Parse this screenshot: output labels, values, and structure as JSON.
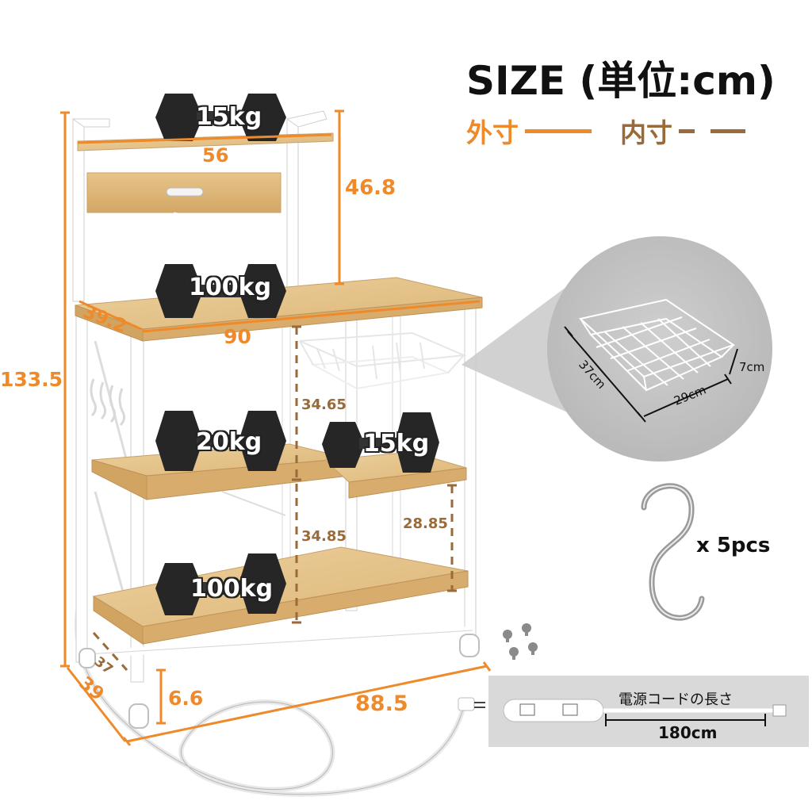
{
  "header": {
    "title": "SIZE (単位:cm)",
    "legend_outer": "外寸",
    "legend_inner": "内寸",
    "outer_color": "#ef8a2a",
    "inner_color": "#9a6a3a"
  },
  "dimensions": {
    "top_shelf_width": "56",
    "top_height": "46.8",
    "total_height": "133.5",
    "depth": "39.2",
    "width": "90",
    "gap_upper": "34.65",
    "gap_lower": "34.85",
    "gap_right": "28.85",
    "bottom_width": "88.5",
    "bottom_depth_outer": "39",
    "bottom_depth_inner": "37",
    "leg_height": "6.6"
  },
  "weights": {
    "top": "15kg",
    "main": "100kg",
    "middle_left": "20kg",
    "middle_right": "15kg",
    "bottom": "100kg"
  },
  "basket": {
    "depth": "37cm",
    "width": "29cm",
    "height": "7cm"
  },
  "hooks": {
    "count": "x 5pcs"
  },
  "cord": {
    "label": "電源コードの長さ",
    "length": "180cm"
  }
}
